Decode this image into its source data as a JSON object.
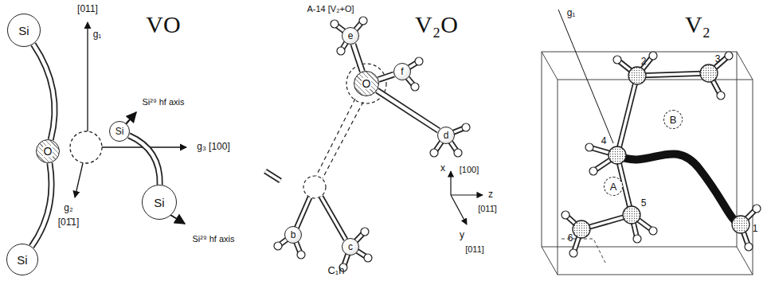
{
  "diagram": {
    "nodes": [
      {
        "text": [
          "Si"
        ]
      },
      {
        "text": [
          "O"
        ]
      },
      {
        "text": [
          "Si"
        ]
      },
      {
        "text": [
          "Si"
        ]
      },
      {
        "text": [
          "Si"
        ]
      },
      {
        "text": [
          "e"
        ]
      },
      {
        "text": [
          "f"
        ]
      },
      {
        "text": [
          "O"
        ]
      },
      {
        "text": [
          "d"
        ]
      },
      {
        "text": [
          "b"
        ]
      },
      {
        "text": [
          "c"
        ]
      },
      {
        "text": [
          "B"
        ]
      },
      {
        "text": [
          "A"
        ]
      }
    ],
    "edges": [
      {
        "from": 0,
        "to": 1,
        "arrow": "none"
      },
      {
        "from": 1,
        "to": 4,
        "arrow": "none"
      },
      {
        "from": 2,
        "to": 3,
        "arrow": "none"
      },
      {
        "from": 7,
        "to": 5,
        "arrow": "none"
      },
      {
        "from": 7,
        "to": 6,
        "arrow": "none"
      },
      {
        "from": 7,
        "to": 8,
        "arrow": "none"
      }
    ],
    "labels": [
      "VO",
      "[011]",
      "g₁",
      "Si²⁹ hf axis",
      "g₃ [100]",
      "g₂",
      "[01̄1]",
      "Si²⁹ hf axis",
      "A-14 [V₂+O]",
      "V₂O",
      "x",
      "[100]",
      "z",
      "y",
      "[011̄]",
      "[011]",
      "C₁h",
      "V₂",
      "g₁",
      "2",
      "3",
      "4",
      "1",
      "5",
      "6"
    ]
  }
}
